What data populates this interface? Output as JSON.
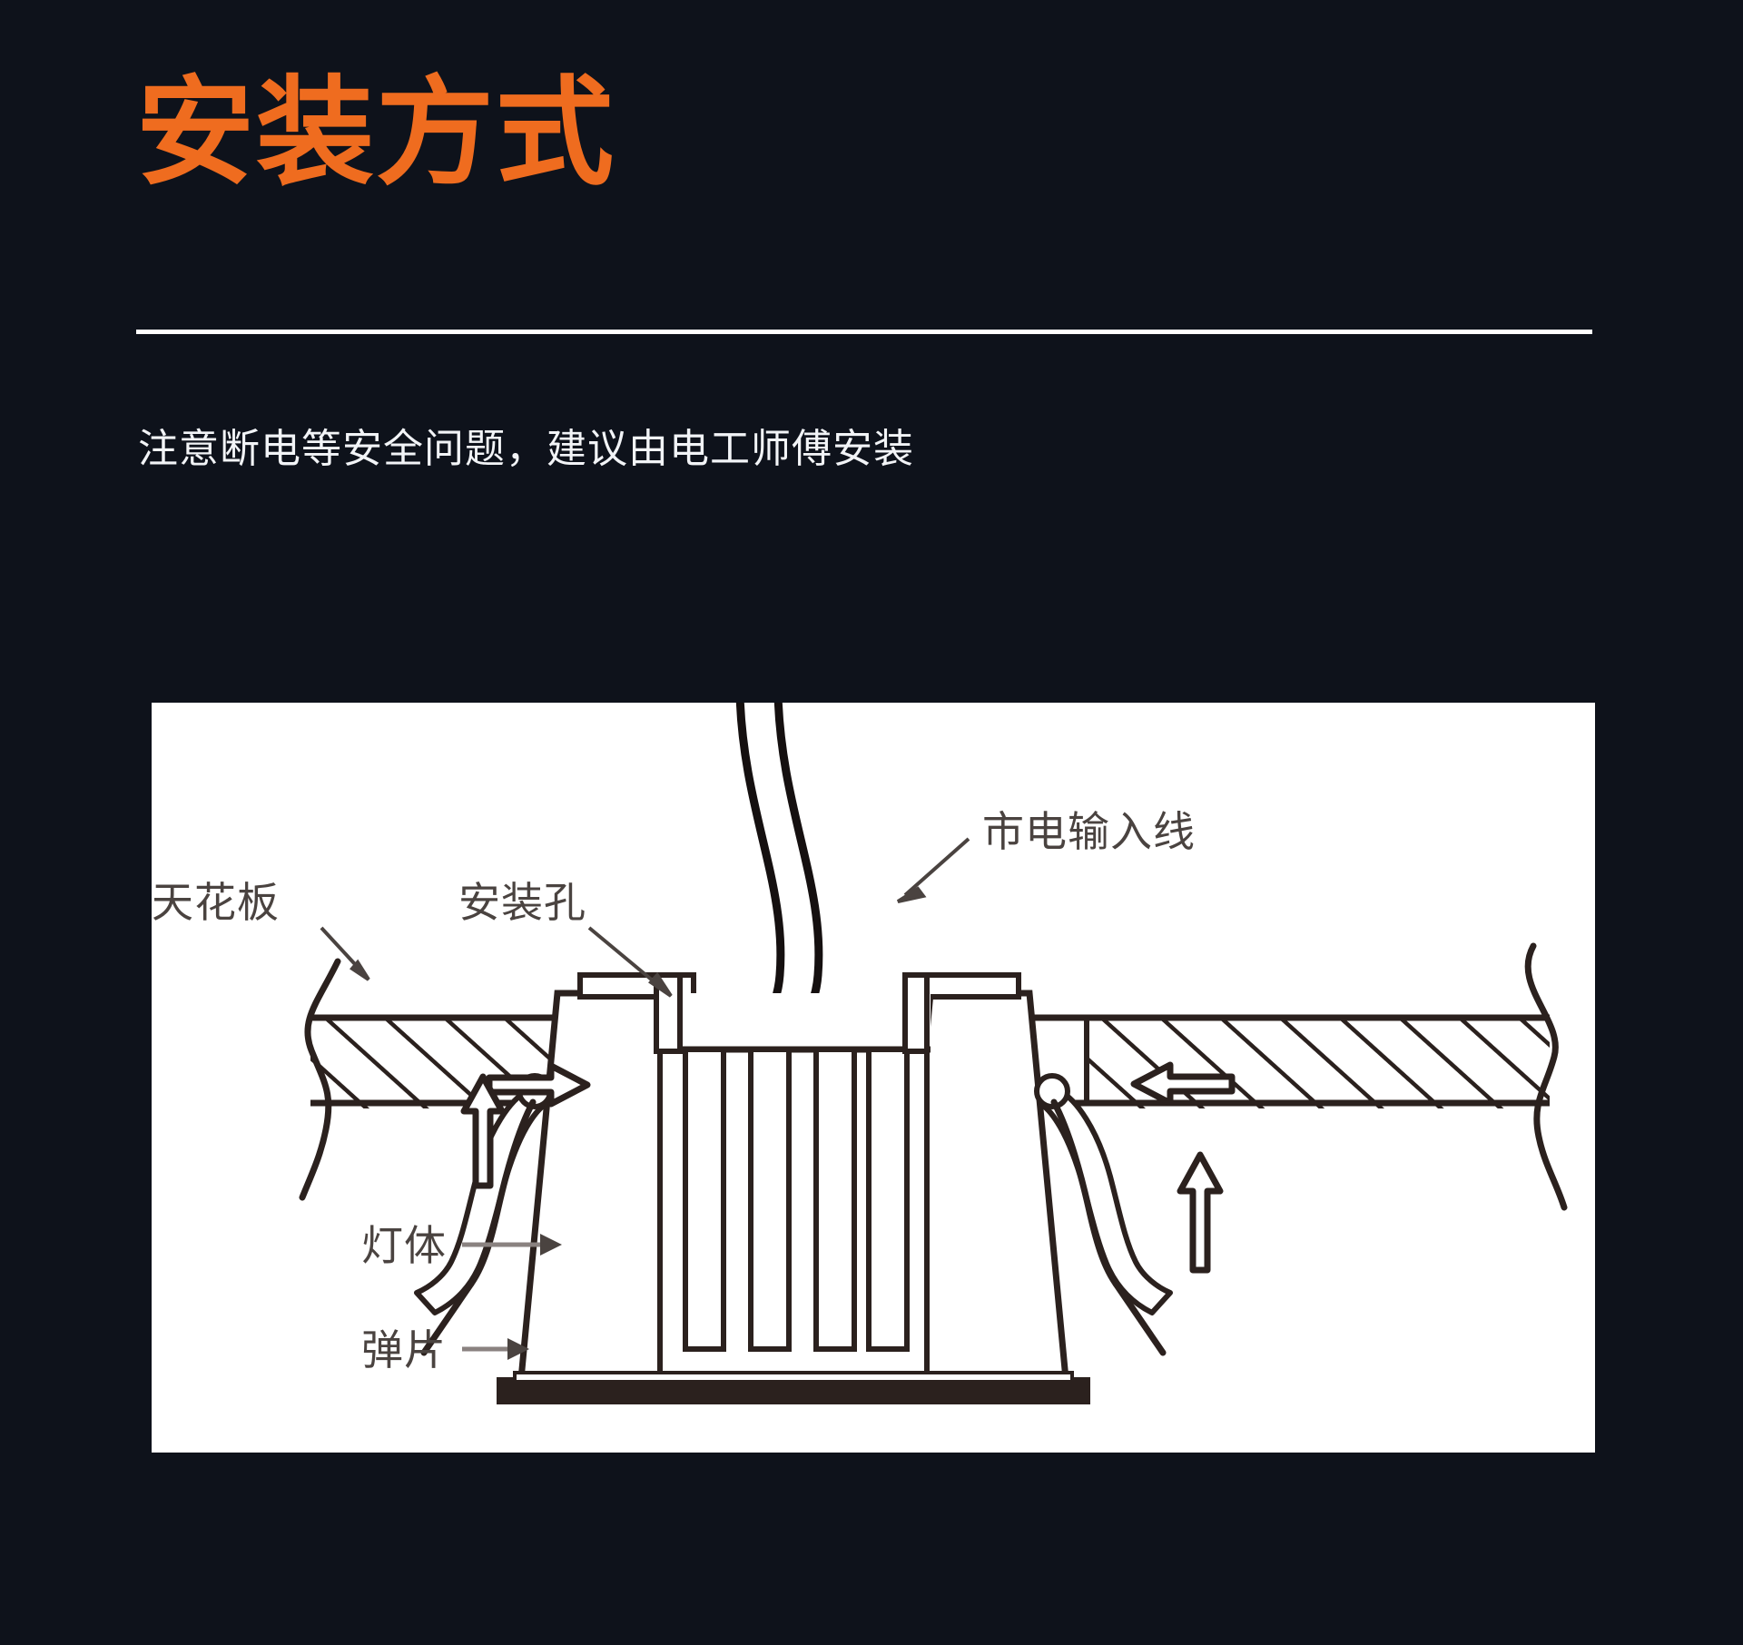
{
  "header": {
    "title": "安装方式",
    "title_color": "#ef6c1f",
    "rule_color": "#ffffff",
    "subtitle": "注意断电等安全问题，建议由电工师傅安装",
    "subtitle_color": "#f2f4f7"
  },
  "page": {
    "background_color": "#0e121b",
    "panel_background": "#ffffff",
    "line_color": "#2b211e"
  },
  "diagram": {
    "name": "recessed-downlight-installation-diagram",
    "labels": {
      "ceiling": "天花板",
      "mounting_hole": "安装孔",
      "mains_input_wire": "市电输入线",
      "lamp_body": "灯体",
      "spring_clip": "弹片"
    },
    "arrows": {
      "push_right": "→",
      "push_up_left": "↑",
      "push_left": "←",
      "push_up_right": "↑"
    }
  }
}
